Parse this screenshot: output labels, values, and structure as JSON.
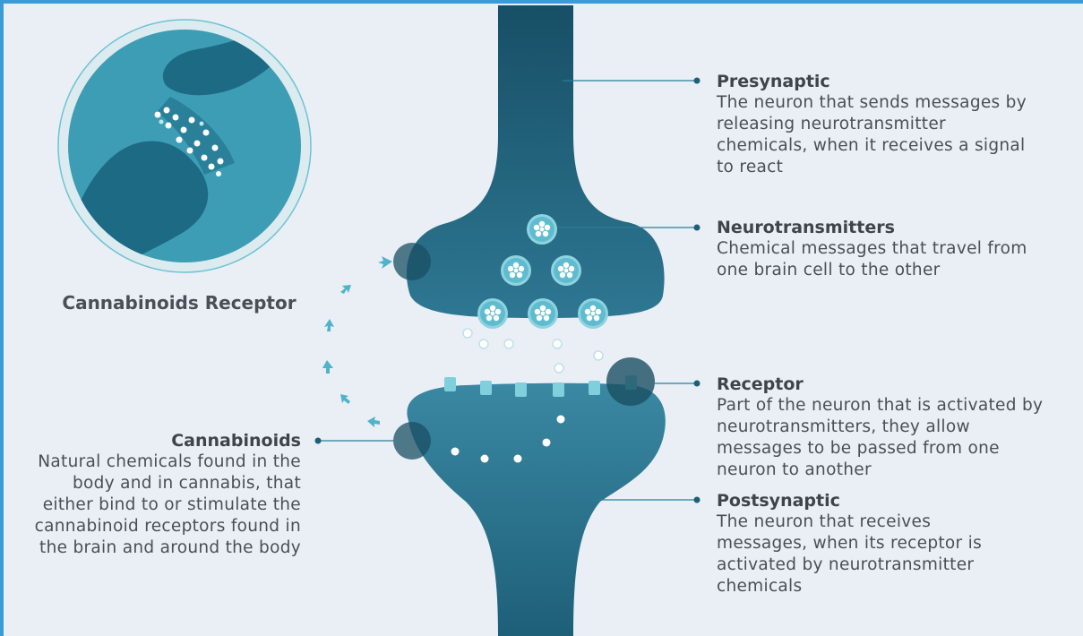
{
  "labels": {
    "presynaptic": {
      "title": "Presynaptic",
      "desc": "The neuron that sends messages by releasing neurotransmitter chemicals, when it receives a signal to react"
    },
    "neurotransmitters": {
      "title": "Neurotransmitters",
      "desc": "Chemical messages that travel from one brain cell to the other"
    },
    "receptor": {
      "title": "Receptor",
      "desc": "Part of the neuron that is activated by neurotransmitters, they allow messages to be passed from one neuron to another"
    },
    "postsynaptic": {
      "title": "Postsynaptic",
      "desc": "The neuron that receives messages, when its receptor is activated by neurotransmitter chemicals"
    },
    "cannabinoids": {
      "title": "Cannabinoids",
      "desc": "Natural chemicals found in the body and in cannabis, that either bind to or stimulate the cannabinoid receptors found in the brain and around the body"
    }
  },
  "inset": {
    "caption": "Cannabinoids Receptor"
  },
  "colors": {
    "background": "#e9eff5",
    "neuron_top": "#1b5a72",
    "neuron_bottom": "#3c8aa6",
    "accent": "#4fb3c9",
    "leader_line": "#2a7d96"
  }
}
